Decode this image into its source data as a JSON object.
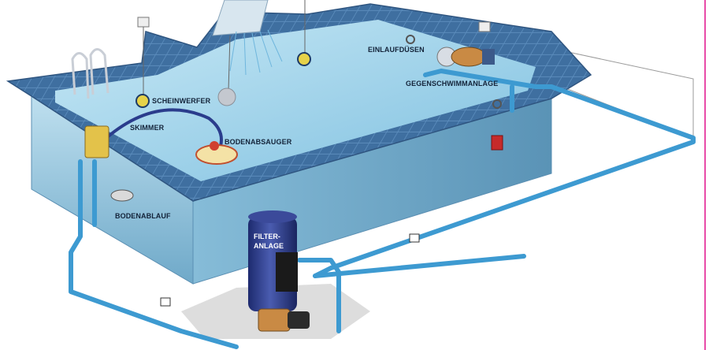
{
  "labels": {
    "scheinwerfer": "SCHEINWERFER",
    "skimmer": "SKIMMER",
    "bodenabsauger": "BODENABSAUGER",
    "bodenablauf": "BODENABLAUF",
    "einlaufduesen": "EINLAUFDÜSEN",
    "gegenschwimmanlage": "GEGENSCHWIMMANLAGE",
    "filter_line1": "FILTER-",
    "filter_line2": "ANLAGE"
  },
  "colors": {
    "pipe": "#3d9ad1",
    "water": "#9fd3ea",
    "tile": "#3f6fa0",
    "filter_tank": "#2c3a8a",
    "pump": "#c98a44",
    "lamp": "#e6d24a"
  }
}
